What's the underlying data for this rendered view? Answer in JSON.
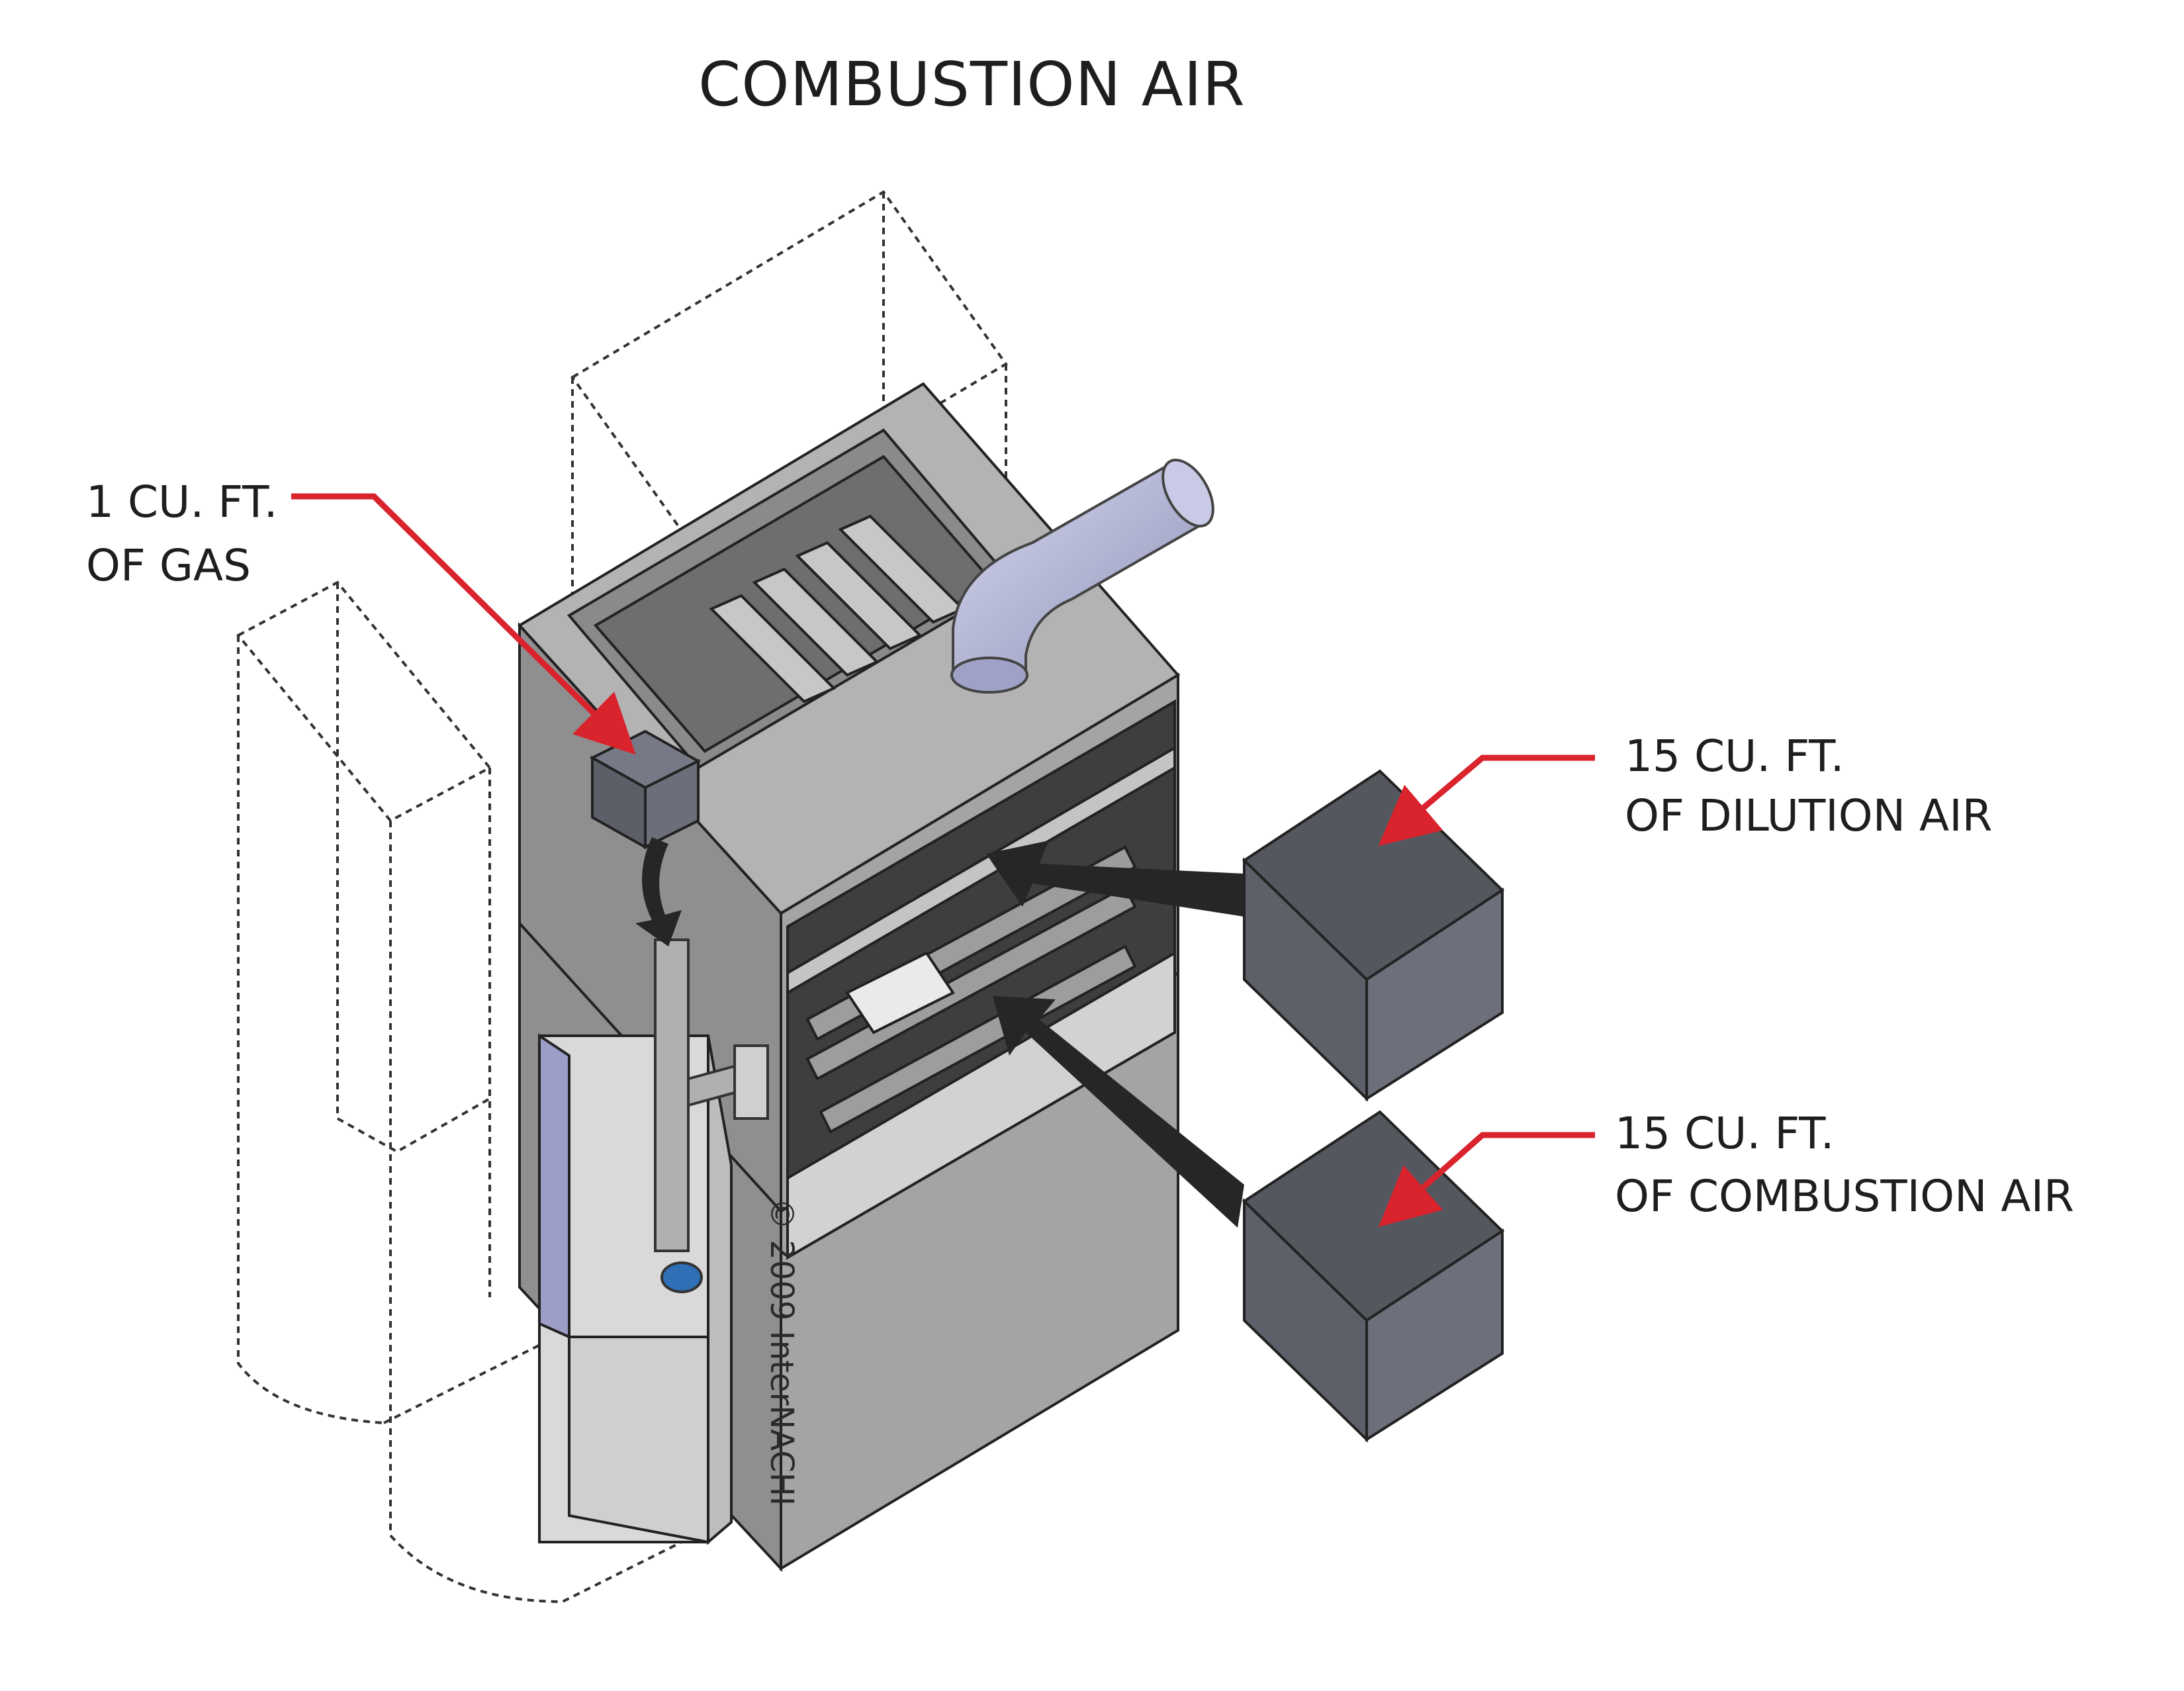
{
  "title": "COMBUSTION AIR",
  "callouts": {
    "gas": {
      "line1": "1 CU. FT.",
      "line2": "OF GAS"
    },
    "dilution_air": {
      "line1": "15 CU. FT.",
      "line2": "OF DILUTION AIR"
    },
    "combustion_air": {
      "line1": "15 CU. FT.",
      "line2": "OF COMBUSTION AIR"
    }
  },
  "copyright": "© 2009 InterNACHI",
  "colors": {
    "leader": "#d9232d",
    "cabinet": "#9a9a9a",
    "cube": "#5a5c66",
    "flow_arrow": "#262626",
    "flue_pipe": "#b4b6d6",
    "outline_dashed": "#333333"
  }
}
